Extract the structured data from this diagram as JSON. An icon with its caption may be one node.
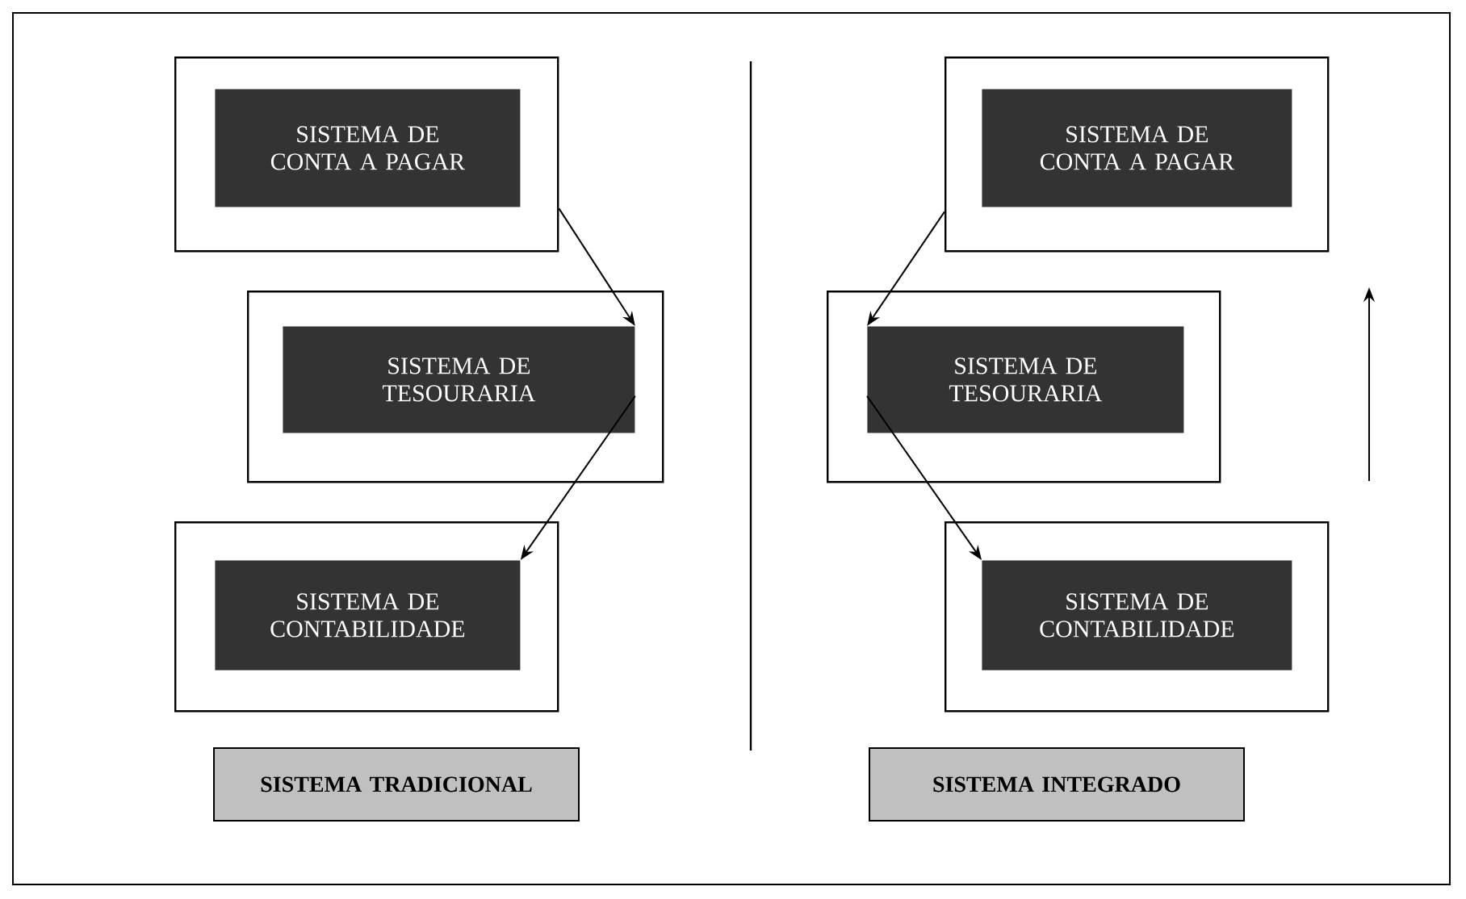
{
  "diagram": {
    "nodes": [
      {
        "text": [],
        "shape": "box"
      },
      {
        "text": [
          "SISTEMA DE CONTA A PAGAR"
        ],
        "in": 0
      },
      {
        "text": [],
        "shape": "box"
      },
      {
        "text": [
          "SISTEMA DE TESOURARIA"
        ],
        "in": 2
      },
      {
        "text": [],
        "shape": "box"
      },
      {
        "text": [
          "SISTEMA DE CONTABILIDADE"
        ],
        "in": 4
      },
      {
        "text": [],
        "shape": "box"
      },
      {
        "text": [
          "SISTEMA DE CONTA A PAGAR"
        ],
        "in": 6
      },
      {
        "text": [],
        "shape": "box"
      },
      {
        "text": [
          "SISTEMA DE TESOURARIA"
        ],
        "in": 8
      },
      {
        "text": [],
        "shape": "box"
      },
      {
        "text": [
          "SISTEMA DE CONTABILIDADE"
        ],
        "in": 10
      },
      {
        "text": [
          "SISTEMA TRADICIONAL"
        ]
      },
      {
        "text": [
          "SISTEMA INTEGRADO"
        ]
      }
    ],
    "edges": [
      {
        "from": 0,
        "to": 3,
        "arrow": "to"
      },
      {
        "from": 3,
        "to": 5,
        "arrow": "to"
      },
      {
        "from": 6,
        "to": 9,
        "arrow": "to"
      },
      {
        "from": 9,
        "to": 11,
        "arrow": "to"
      }
    ]
  }
}
